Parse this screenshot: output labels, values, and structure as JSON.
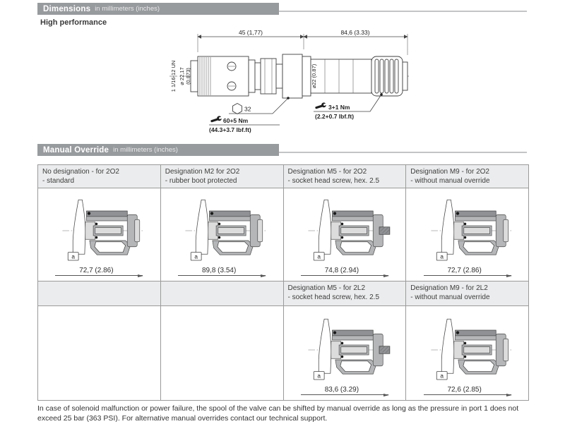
{
  "dimensions_section": {
    "bar_title": "Dimensions",
    "bar_subtitle": "in millimeters (inches)",
    "variant_label": "High performance",
    "drawing": {
      "dim_cartridge": "45 (1,77)",
      "dim_solenoid": "84,6 (3.33)",
      "thread_label": "1 1/16-12 UN",
      "dia_cartridge_mm": "⌀ 22,17",
      "dia_cartridge_in": "(0.873)",
      "dia_tube": "⌀22 (0.87)",
      "hex_size": "32",
      "torque_cartridge_nm": "60+5 Nm",
      "torque_cartridge_lbf": "(44.3+3.7 lbf.ft)",
      "torque_nut_nm": "3+1 Nm",
      "torque_nut_lbf": "(2.2+0.7 lbf.ft)"
    }
  },
  "override_section": {
    "bar_title": "Manual Override",
    "bar_subtitle": "in millimeters (inches)",
    "table": {
      "row1": [
        {
          "title1": "No designation - for 2O2",
          "title2": "- standard",
          "dim": "72,7 (2.86)",
          "marker": "a"
        },
        {
          "title1": "Designation M2 for 2O2",
          "title2": "- rubber boot protected",
          "dim": "89,8 (3.54)",
          "marker": "a"
        },
        {
          "title1": "Designation M5 - for 2O2",
          "title2": "- socket head screw, hex. 2.5",
          "dim": "74,8 (2.94)",
          "marker": "a"
        },
        {
          "title1": "Designation M9 - for 2O2",
          "title2": "- without manual override",
          "dim": "72,7 (2.86)",
          "marker": "a"
        }
      ],
      "row2": [
        {
          "title1": "",
          "title2": "",
          "dim": ""
        },
        {
          "title1": "",
          "title2": "",
          "dim": ""
        },
        {
          "title1": "Designation M5 - for 2L2",
          "title2": "- socket head screw, hex. 2.5",
          "dim": "83,6 (3.29)",
          "marker": "a"
        },
        {
          "title1": "Designation M9 - for 2L2",
          "title2": "- without manual override",
          "dim": "72,6 (2.85)",
          "marker": "a"
        }
      ]
    }
  },
  "footer_note": "In case of solenoid malfunction or power failure, the spool of the valve can be shifted by manual override as long as the pressure in port 1 does not exceed 25 bar (363 PSI). For alternative manual overrides contact our technical support."
}
